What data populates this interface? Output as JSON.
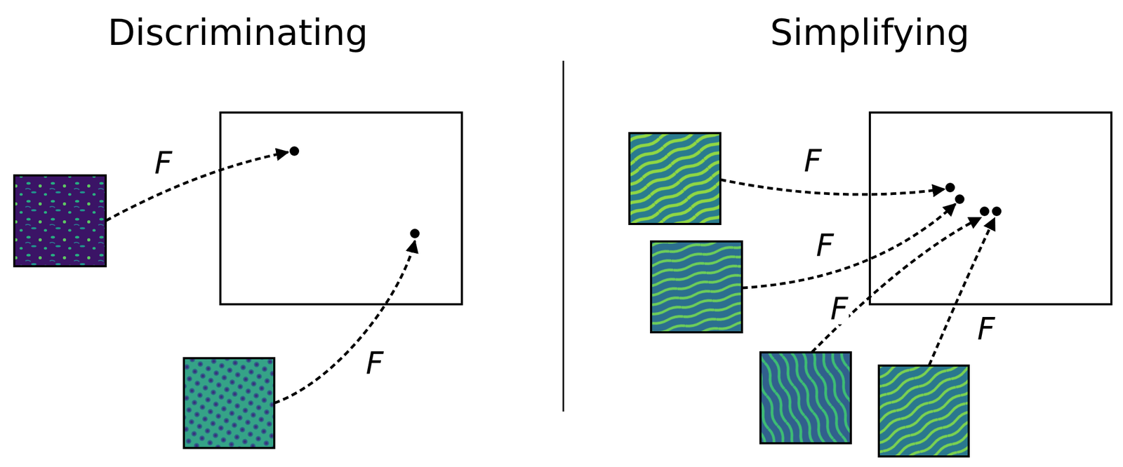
{
  "diagram": {
    "labels": [
      "Discriminating",
      "F",
      "F",
      "Simplifying",
      "F",
      "F",
      "F",
      "F"
    ]
  }
}
